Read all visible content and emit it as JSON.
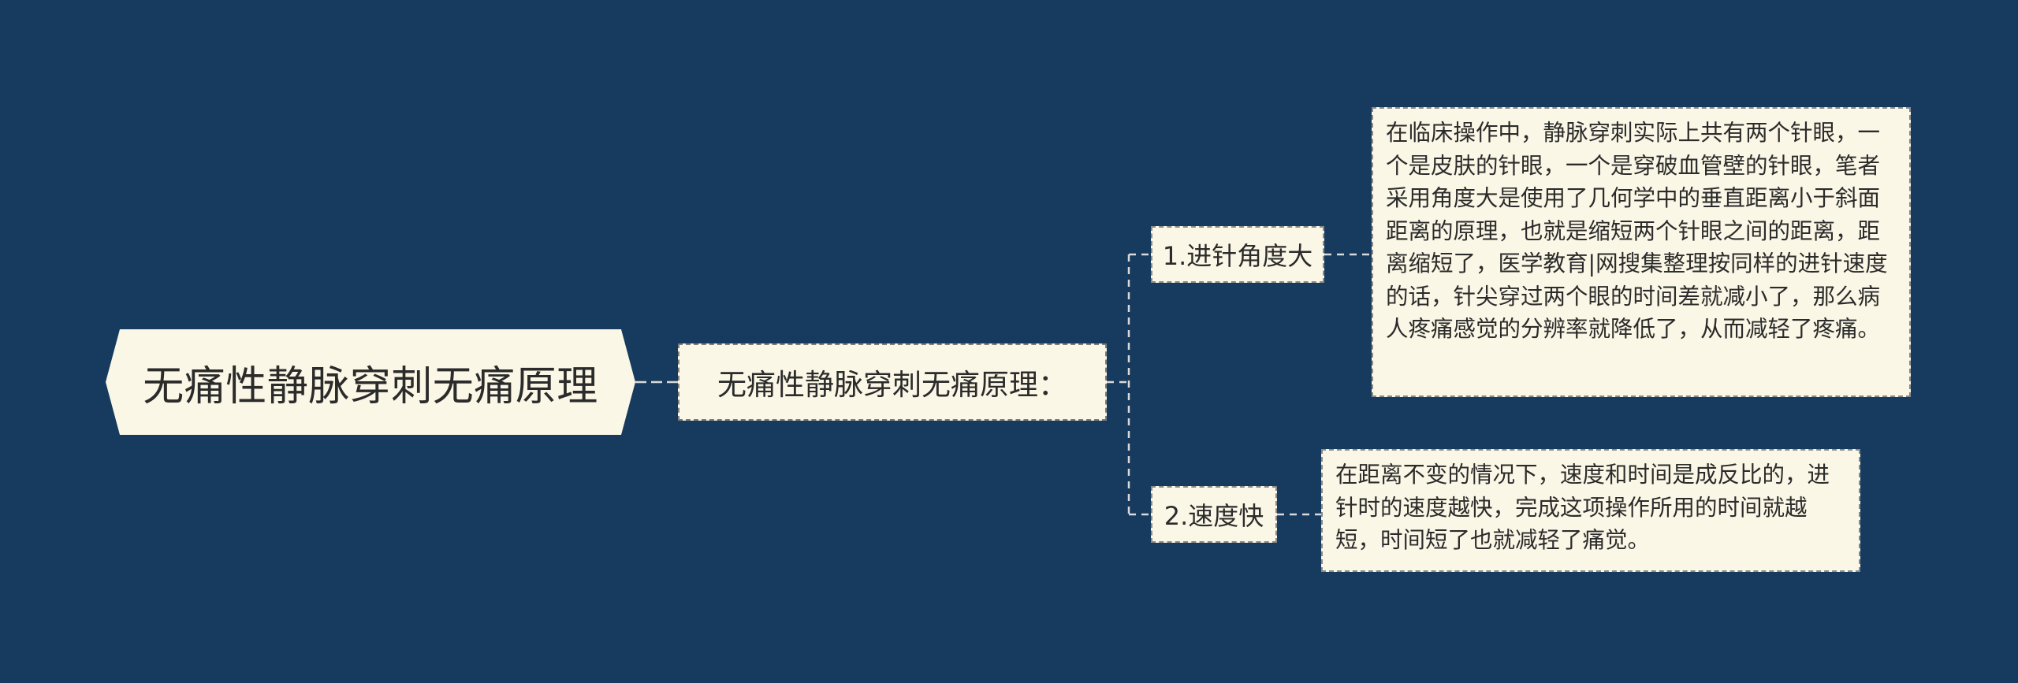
{
  "diagram": {
    "root": "无痛性静脉穿刺无痛原理",
    "subtopic": "无痛性静脉穿刺无痛原理：",
    "branches": [
      {
        "label": "1.进针角度大",
        "detail": "在临床操作中，静脉穿刺实际上共有两个针眼，一个是皮肤的针眼，一个是穿破血管壁的针眼，笔者采用角度大是使用了几何学中的垂直距离小于斜面距离的原理，也就是缩短两个针眼之间的距离，距离缩短了，医学教育|网搜集整理按同样的进针速度的话，针尖穿过两个眼的时间差就减小了，那么病人疼痛感觉的分辨率就降低了，从而减轻了疼痛。"
      },
      {
        "label": "2.速度快",
        "detail": "在距离不变的情况下，速度和时间是成反比的，进针时的速度越快，完成这项操作所用的时间就越短，时间短了也就减轻了痛觉。"
      }
    ]
  },
  "colors": {
    "background": "#173b5e",
    "node_fill": "#fbf7e6",
    "connector": "#d8d8d8"
  }
}
